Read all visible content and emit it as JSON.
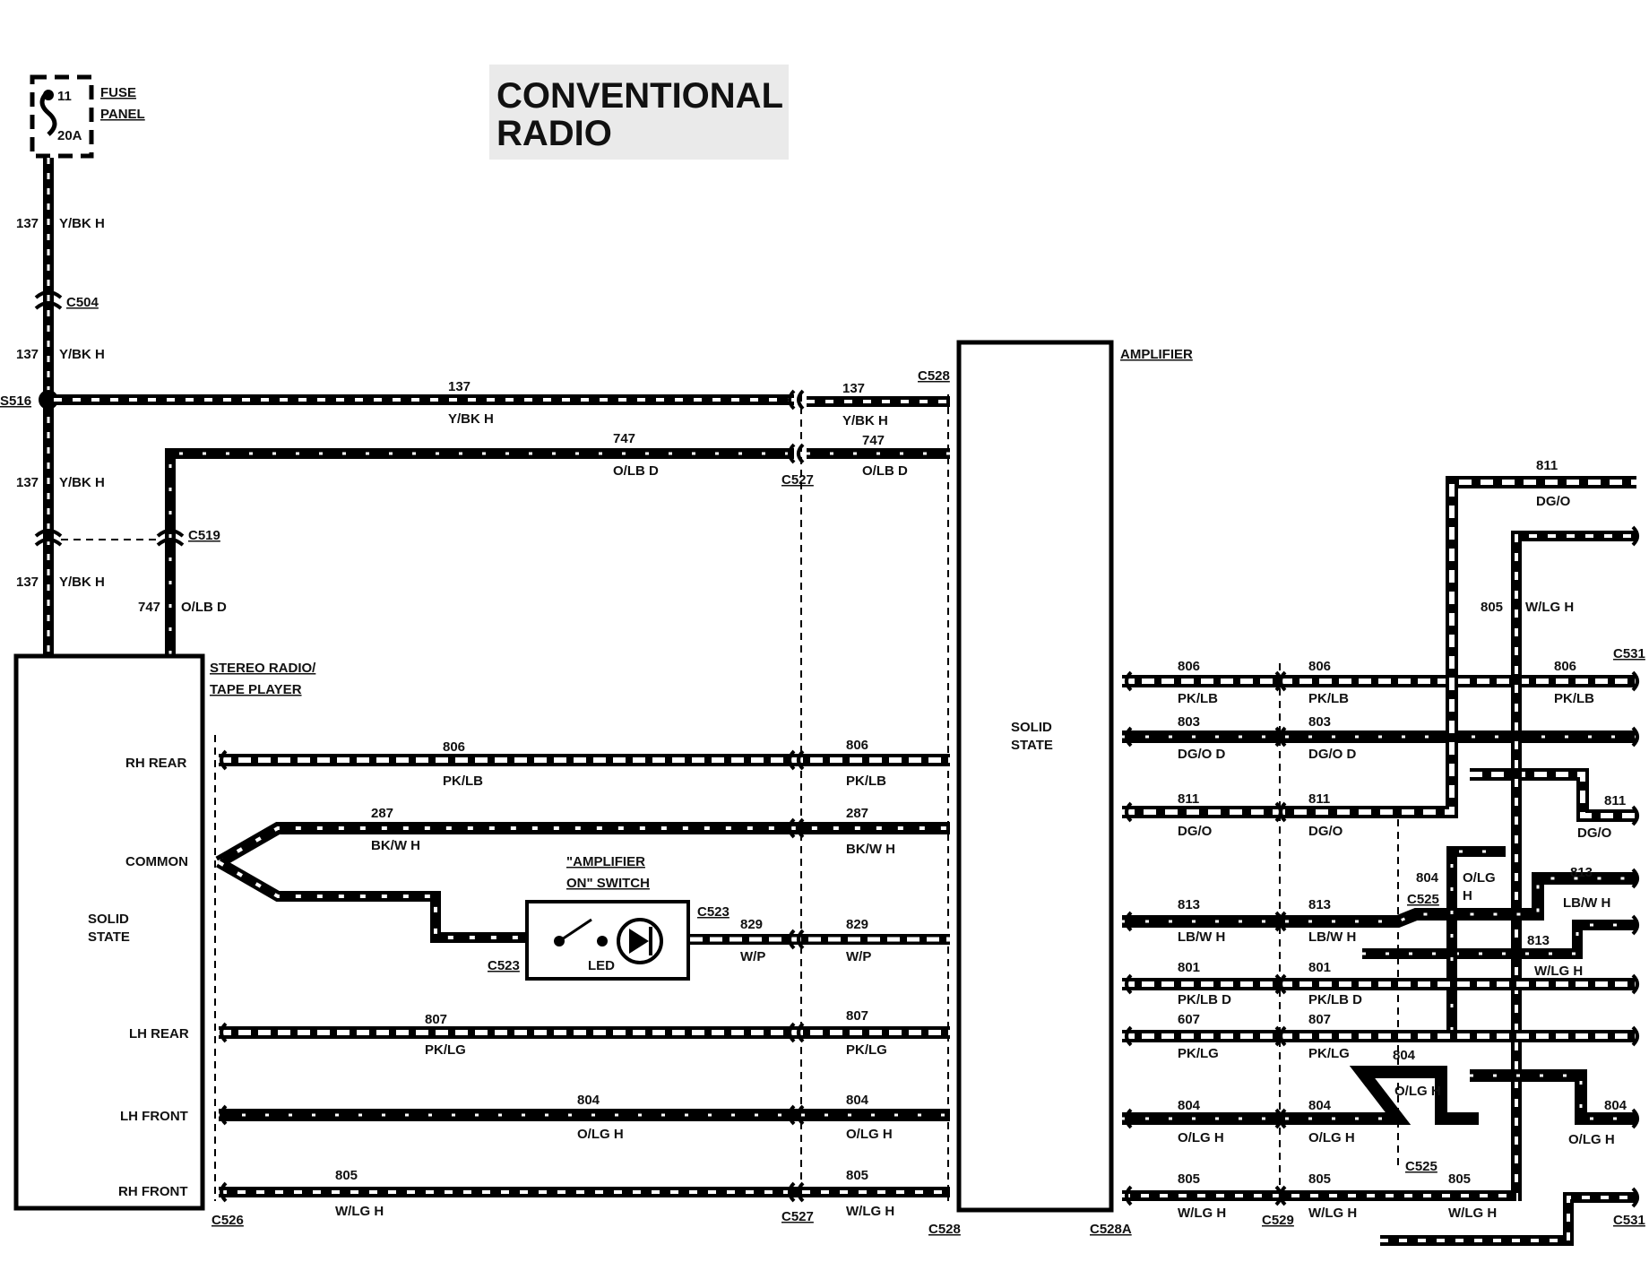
{
  "title": [
    "CONVENTIONAL",
    "RADIO"
  ],
  "components": {
    "fuse_panel": {
      "label": [
        "FUSE",
        "PANEL"
      ],
      "fuse_number": "11",
      "rating": "20A"
    },
    "stereo_radio": {
      "label": [
        "STEREO RADIO/",
        "TAPE PLAYER"
      ],
      "internal": [
        "SOLID",
        "STATE"
      ],
      "terminals": [
        "RH REAR",
        "COMMON",
        "LH REAR",
        "LH FRONT",
        "RH FRONT"
      ]
    },
    "amplifier": {
      "label": "AMPLIFIER",
      "internal": [
        "SOLID",
        "STATE"
      ]
    },
    "amp_switch": {
      "label": [
        "\"AMPLIFIER",
        "ON\" SWITCH"
      ],
      "led": "LED"
    }
  },
  "connectors": [
    "C504",
    "S516",
    "C519",
    "C527",
    "C528",
    "C523",
    "C526",
    "C528A",
    "C529",
    "C525",
    "C531"
  ],
  "wires": [
    {
      "circuit": "137",
      "color": "Y/BK H"
    },
    {
      "circuit": "747",
      "color": "O/LB D"
    },
    {
      "circuit": "806",
      "color": "PK/LB"
    },
    {
      "circuit": "287",
      "color": "BK/W H"
    },
    {
      "circuit": "829",
      "color": "W/P"
    },
    {
      "circuit": "807",
      "color": "PK/LG"
    },
    {
      "circuit": "804",
      "color": "O/LG H"
    },
    {
      "circuit": "805",
      "color": "W/LG H"
    },
    {
      "circuit": "803",
      "color": "DG/O D"
    },
    {
      "circuit": "811",
      "color": "DG/O"
    },
    {
      "circuit": "813",
      "color": "LB/W H"
    },
    {
      "circuit": "801",
      "color": "PK/LB D"
    },
    {
      "circuit": "607",
      "color": "PK/LG"
    }
  ],
  "labels": {
    "w804_oleg": "O/LG",
    "w804_h": "H",
    "w813_wlg": "W/LG H",
    "w813_lbwh": "LB/W H"
  }
}
